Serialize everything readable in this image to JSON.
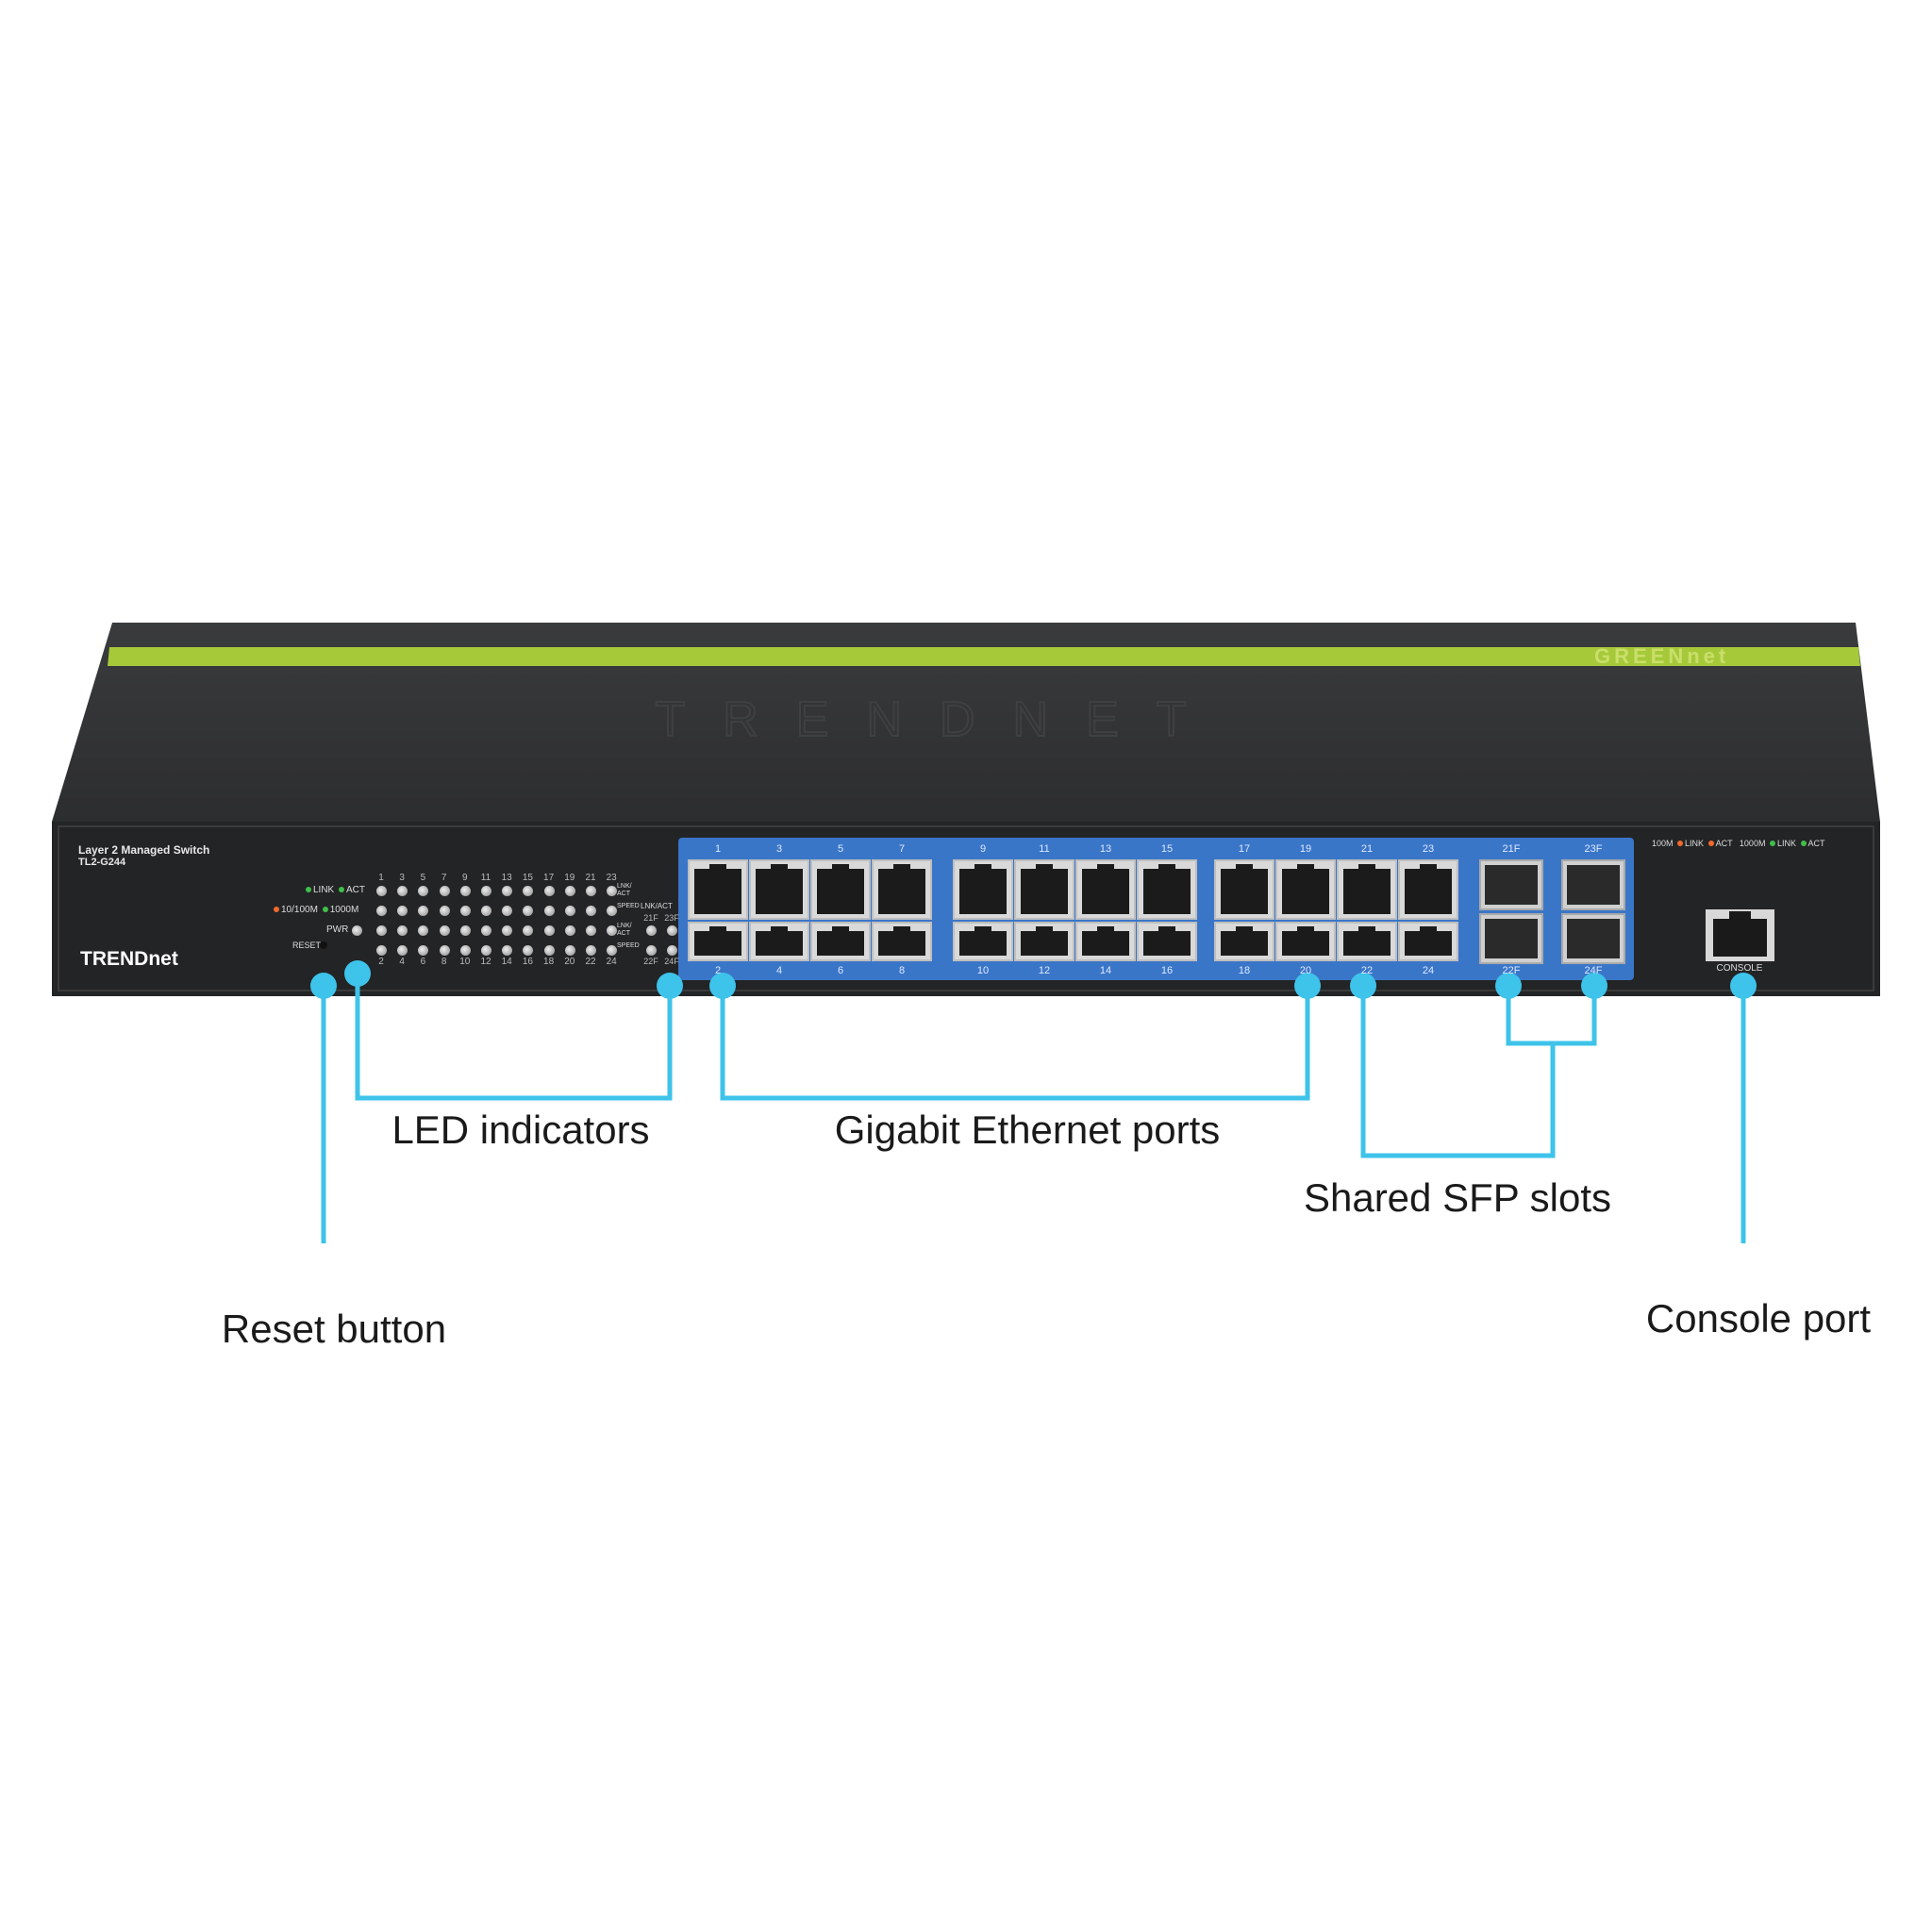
{
  "colors": {
    "callout": "#3ec3ea",
    "panel_blue": "#3a76c8",
    "stripe_green": "#a6c93a",
    "chassis": "#2a2b2d",
    "led_orange": "#f26a2b",
    "led_green": "#3fbf4a"
  },
  "switch": {
    "product_line": "Layer 2 Managed Switch",
    "model": "TL2-G244",
    "brand_logo": "TRENDnet",
    "top_logo": "TRENDnet",
    "green_logo": "GREENnet",
    "led_legend": {
      "link": "LINK",
      "act": "ACT",
      "speed_low": "10/100M",
      "speed_high": "1000M",
      "pwr": "PWR",
      "reset": "RESET"
    },
    "led_top_numbers": [
      "1",
      "3",
      "5",
      "7",
      "9",
      "11",
      "13",
      "15",
      "17",
      "19",
      "21",
      "23"
    ],
    "led_bottom_numbers": [
      "2",
      "4",
      "6",
      "8",
      "10",
      "12",
      "14",
      "16",
      "18",
      "20",
      "22",
      "24"
    ],
    "led_row_labels": [
      "LNK/ ACT",
      "SPEED",
      "LNK/ ACT",
      "SPEED"
    ],
    "sfp_led_header": "LNK/ACT",
    "sfp_led_top": [
      "21F",
      "23F"
    ],
    "sfp_led_bottom": [
      "22F",
      "24F"
    ],
    "port_top_numbers": [
      "1",
      "3",
      "5",
      "7",
      "9",
      "11",
      "13",
      "15",
      "17",
      "19",
      "21",
      "23"
    ],
    "port_bottom_numbers": [
      "2",
      "4",
      "6",
      "8",
      "10",
      "12",
      "14",
      "16",
      "18",
      "20",
      "22",
      "24"
    ],
    "sfp_top": [
      "21F",
      "23F"
    ],
    "sfp_bottom": [
      "22F",
      "24F"
    ],
    "console_label": "CONSOLE",
    "right_legend": {
      "m100": "100M",
      "m1000": "1000M",
      "link": "LINK",
      "act": "ACT"
    }
  },
  "callouts": {
    "led": "LED indicators",
    "gigabit": "Gigabit Ethernet ports",
    "sfp": "Shared SFP slots",
    "reset": "Reset button",
    "console": "Console port"
  }
}
